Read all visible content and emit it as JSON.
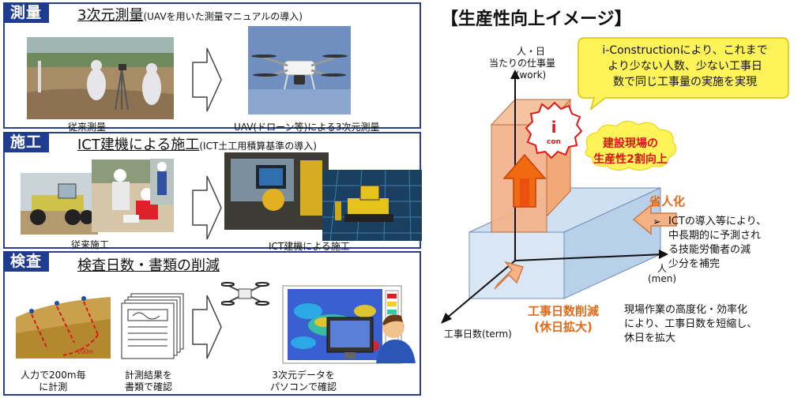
{
  "survey": {
    "badge": "測量",
    "title": "3次元測量",
    "subtitle": "(UAVを用いた測量マニュアルの導入)",
    "left_caption": "従来測量",
    "right_caption": "UAV(ドローン等)による3次元測量"
  },
  "construction": {
    "badge": "施工",
    "title": "ICT建機による施工",
    "subtitle": "(ICT土工用積算基準の導入)",
    "left_caption": "従来施工",
    "right_caption": "ICT建機による施工"
  },
  "inspection": {
    "badge": "検査",
    "title": "検査日数・書類の削減",
    "cap_manual_1": "人力で200m毎",
    "cap_manual_2": "に計測",
    "cap_docs_1": "計測結果を",
    "cap_docs_2": "書類で確認",
    "cap_pc_1": "3次元データを",
    "cap_pc_2": "パソコンで確認",
    "sketch_label": "200m"
  },
  "diagram": {
    "title": "【生産性向上イメージ】",
    "y_axis_1": "人・日",
    "y_axis_2": "当たりの仕事量",
    "y_axis_3": "(work)",
    "x_axis_1": "人",
    "x_axis_2": "(men)",
    "z_axis": "工事日数(term)",
    "callout_1": "i-Constructionにより、これまで",
    "callout_2": "より少ない人数、少ない工事日",
    "callout_3": "数で同じ工事量の実施を実現",
    "icon_letter": "i",
    "icon_sub": "con",
    "cloud_1": "建設現場の",
    "cloud_2": "生産性2割向上",
    "labor_title": "省人化",
    "labor_1": "ICTの導入等により、",
    "labor_2": "中長期的に予測され",
    "labor_3": "る技能労働者の減",
    "labor_4": "少分を補完",
    "days_title_1": "工事日数削減",
    "days_title_2": "(休日拡大)",
    "days_1": "現場作業の高度化・効率化",
    "days_2": "により、工事日数を短縮し、",
    "days_3": "休日を拡大",
    "bullet": "➢"
  },
  "colors": {
    "panel_border": "#2a3f8f",
    "badge": "#1f3c8f",
    "callout_bg": "#fff35a",
    "orange_text": "#e06a1a",
    "red_text": "#e0101a"
  }
}
